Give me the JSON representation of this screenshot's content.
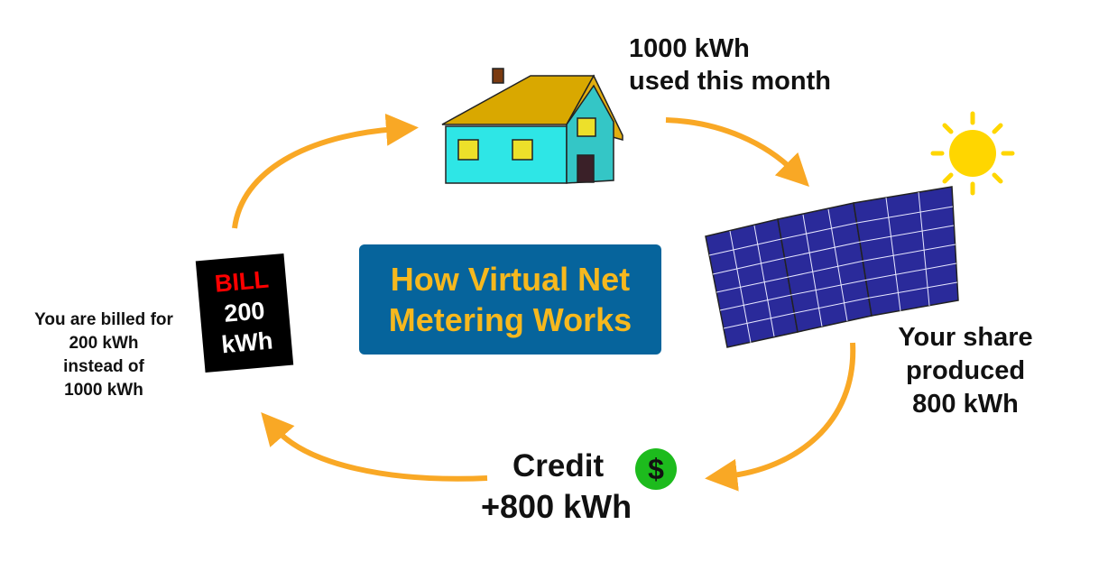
{
  "title": {
    "line1": "How Virtual Net",
    "line2": "Metering Works"
  },
  "usage": {
    "line1": "1000 kWh",
    "line2": "used this month"
  },
  "share": {
    "line1": "Your share",
    "line2": "produced",
    "line3": "800 kWh"
  },
  "credit": {
    "label": "Credit",
    "amount": "+800 kWh",
    "icon_symbol": "$"
  },
  "bill": {
    "header": "BILL",
    "amount": "200",
    "unit": "kWh"
  },
  "billed_note": {
    "line1": "You are billed for",
    "line2": "200 kWh",
    "line3": "instead of",
    "line4": "1000 kWh"
  },
  "colors": {
    "arrow": "#f9a825",
    "title_bg": "#06649c",
    "title_text": "#f6b81e",
    "house_wall": "#2ee6e6",
    "roof": "#d9a800",
    "panel": "#2a2a9a",
    "sun": "#ffd600",
    "dollar": "#1dbb1d"
  }
}
